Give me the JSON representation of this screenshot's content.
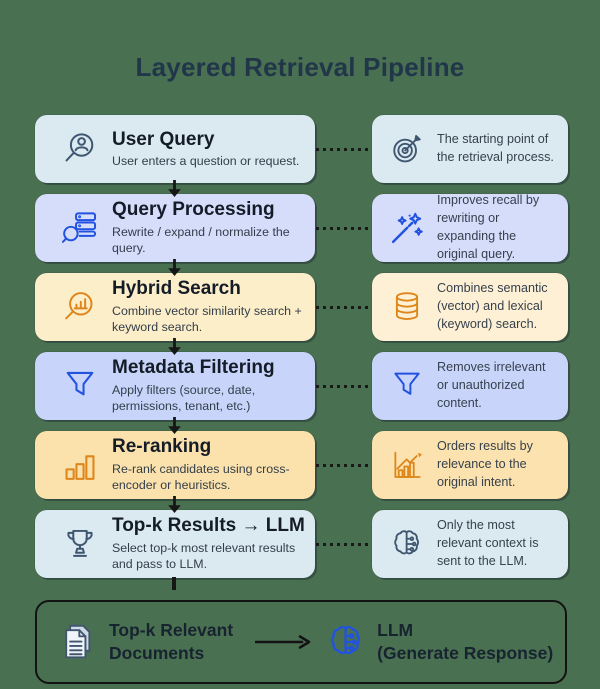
{
  "colors": {
    "page_bg": "#4a7052",
    "title": "#223649",
    "connector": "#1a1a1a",
    "slate_icon": "#3e5670",
    "blue_icon": "#2152e0",
    "orange_icon": "#de861a"
  },
  "title": "Layered Retrieval Pipeline",
  "pipeline": {
    "steps": [
      {
        "title": "User Query",
        "subtitle": "User enters a question or request.",
        "note": "The starting point of the retrieval process.",
        "main_icon": "user-search-icon",
        "note_icon": "target-icon",
        "colors": {
          "box_bg": "#dbe9f1",
          "note_bg": "#dbe9f1",
          "icon": "#3e5670"
        }
      },
      {
        "title": "Query Processing",
        "subtitle": "Rewrite / expand / normalize the query.",
        "note": "Improves recall by rewriting or expanding the original query.",
        "main_icon": "server-search-icon",
        "note_icon": "magic-wand-icon",
        "colors": {
          "box_bg": "#d6ddfb",
          "note_bg": "#d6ddfb",
          "icon": "#2152e0"
        }
      },
      {
        "title": "Hybrid Search",
        "subtitle": "Combine vector similarity search + keyword search.",
        "note": "Combines semantic (vector) and lexical (keyword) search.",
        "main_icon": "chart-search-icon",
        "note_icon": "database-icon",
        "colors": {
          "box_bg": "#fdeeca",
          "note_bg": "#fdf0d4",
          "icon": "#de861a"
        }
      },
      {
        "title": "Metadata Filtering",
        "subtitle": "Apply filters (source, date, permissions, tenant, etc.)",
        "note": "Removes irrelevant or unauthorized content.",
        "main_icon": "funnel-icon",
        "note_icon": "funnel-icon",
        "colors": {
          "box_bg": "#c9d4fa",
          "note_bg": "#c9d4fa",
          "icon": "#2152e0"
        }
      },
      {
        "title": "Re-ranking",
        "subtitle": "Re-rank candidates using cross-encoder or heuristics.",
        "note": "Orders results by relevance to the original intent.",
        "main_icon": "bar-chart-icon",
        "note_icon": "trend-up-chart-icon",
        "colors": {
          "box_bg": "#fbe2ac",
          "note_bg": "#fbe2ae",
          "icon": "#de861a"
        }
      },
      {
        "title": "Top-k Results → LLM",
        "subtitle": "Select top-k most relevant results and pass to LLM.",
        "note": "Only the most relevant context is sent to the LLM.",
        "main_icon": "trophy-icon",
        "note_icon": "brain-icon",
        "colors": {
          "box_bg": "#dbe9f1",
          "note_bg": "#dbe9f1",
          "icon": "#3e5670"
        }
      }
    ]
  },
  "footer": {
    "left": {
      "icon": "documents-icon",
      "lines": [
        "Top-k Relevant",
        "Documents"
      ]
    },
    "arrow_icon": "arrow-right-icon",
    "right": {
      "icon": "brain-icon",
      "lines": [
        "LLM",
        "(Generate Response)"
      ]
    }
  }
}
